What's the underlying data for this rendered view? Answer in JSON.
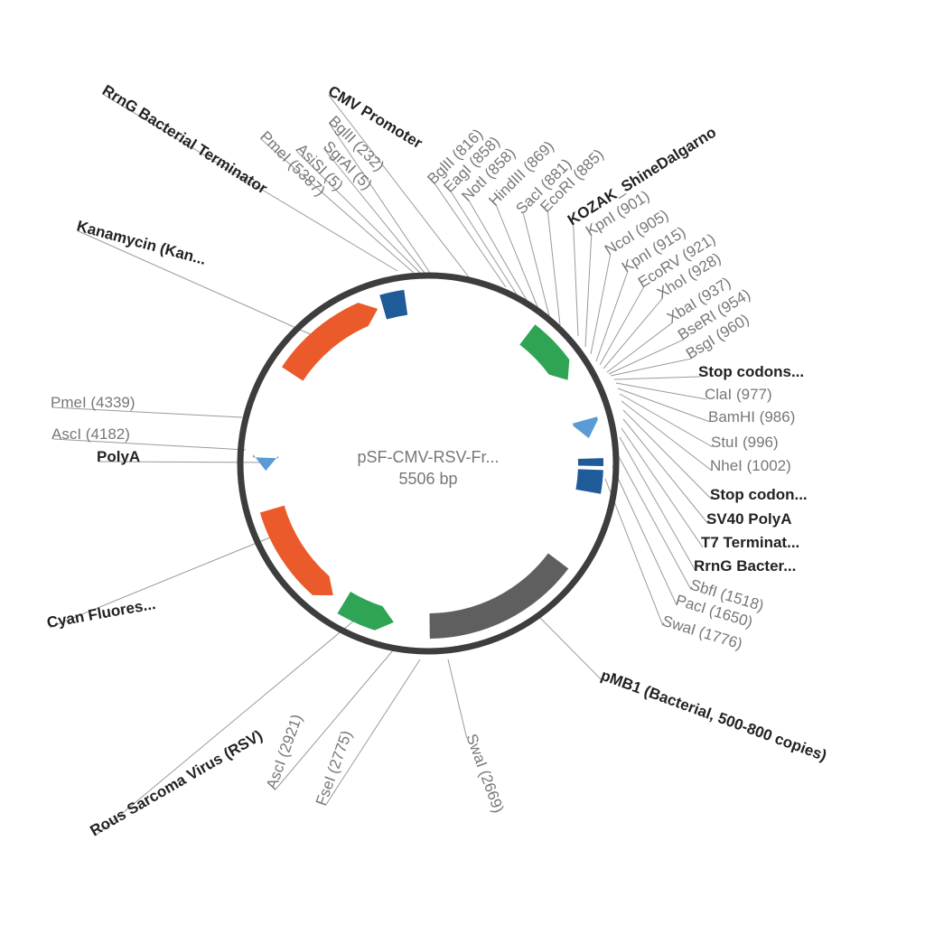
{
  "plasmid": {
    "name": "pSF-CMV-RSV-Fr...",
    "size": "5506 bp",
    "length_bp": 5506
  },
  "colors": {
    "backbone": "#3d3d3d",
    "promoter_green": "#2ea454",
    "cds_orange": "#ea5a2a",
    "ori_gray": "#5f5f5f",
    "terminator_navy": "#1f5a99",
    "polya_light_blue": "#5b9bd5",
    "label_gray": "#777777",
    "label_bold": "#222222",
    "leader_line": "#9a9a9a"
  },
  "features": [
    {
      "id": "cmv",
      "type": "arrow",
      "color": "promoter_green",
      "start": 575,
      "end": 905,
      "direction": "cw"
    },
    {
      "id": "fwd-element",
      "type": "arrow",
      "color": "polya_light_blue",
      "start": 1140,
      "end": 1240,
      "direction": "cw"
    },
    {
      "id": "term-a",
      "type": "block",
      "color": "terminator_navy",
      "start": 1350,
      "end": 1390
    },
    {
      "id": "term-b",
      "type": "block",
      "color": "terminator_navy",
      "start": 1410,
      "end": 1530
    },
    {
      "id": "pmb1",
      "type": "block",
      "color": "ori_gray",
      "start": 1940,
      "end": 2745
    },
    {
      "id": "rsv",
      "type": "arrow",
      "color": "promoter_green",
      "start": 3230,
      "end": 2940,
      "direction": "ccw"
    },
    {
      "id": "cyan",
      "type": "arrow",
      "color": "cds_orange",
      "start": 3880,
      "end": 3300,
      "direction": "ccw"
    },
    {
      "id": "polya-left",
      "type": "arrow",
      "color": "polya_light_blue",
      "start": 4160,
      "end": 4090,
      "direction": "ccw"
    },
    {
      "id": "kan",
      "type": "arrow",
      "color": "cds_orange",
      "start": 4640,
      "end": 5230,
      "direction": "cw"
    },
    {
      "id": "rrng-left",
      "type": "block",
      "color": "terminator_navy",
      "start": 5260,
      "end": 5385
    }
  ],
  "labels": [
    {
      "text": "RrnG Bacterial Terminator",
      "bold": true,
      "angle": 305
    },
    {
      "text": "CMV Promoter",
      "bold": true,
      "angle": 293
    },
    {
      "text": "BglII (232)",
      "bold": false,
      "angle": 290
    },
    {
      "text": "SgrAI (5)",
      "bold": false,
      "angle": 287
    },
    {
      "text": "AsiSI (5)",
      "bold": false,
      "angle": 284
    },
    {
      "text": "PmeI (5387)",
      "bold": false,
      "angle": 281
    },
    {
      "text": "BglII (816)",
      "bold": false,
      "angle": 302
    },
    {
      "text": "EagI (858)",
      "bold": false,
      "angle": 298
    },
    {
      "text": "NotI (858)",
      "bold": false,
      "angle": 294
    },
    {
      "text": "HindIII (869)",
      "bold": false,
      "angle": 290
    },
    {
      "text": "SacI (881)",
      "bold": false,
      "angle": 286
    },
    {
      "text": "EcoRI (885)",
      "bold": false,
      "angle": 282
    },
    {
      "text": "KOZAK_ShineDalgarno",
      "bold": true,
      "angle": 332
    },
    {
      "text": "KpnI (901)",
      "bold": false,
      "angle": 298
    },
    {
      "text": "NcoI (905)",
      "bold": false,
      "angle": 302
    },
    {
      "text": "KpnI (915)",
      "bold": false,
      "angle": 306
    },
    {
      "text": "EcoRV (921)",
      "bold": false,
      "angle": 310
    },
    {
      "text": "XhoI (928)",
      "bold": false,
      "angle": 314
    },
    {
      "text": "XbaI (937)",
      "bold": false,
      "angle": 318
    },
    {
      "text": "BseRI (954)",
      "bold": false,
      "angle": 322
    },
    {
      "text": "BsgI (960)",
      "bold": false,
      "angle": 326
    },
    {
      "text": "Stop codons...",
      "bold": true,
      "angle": 346
    },
    {
      "text": "ClaI (977)",
      "bold": false,
      "angle": 350
    },
    {
      "text": "BamHI (986)",
      "bold": false,
      "angle": 354
    },
    {
      "text": "StuI (996)",
      "bold": false,
      "angle": 358
    },
    {
      "text": "NheI (1002)",
      "bold": false,
      "angle": 2
    },
    {
      "text": "Stop codon...",
      "bold": true,
      "angle": 6
    },
    {
      "text": "SV40 PolyA",
      "bold": true,
      "angle": 10
    },
    {
      "text": "T7 Terminat...",
      "bold": true,
      "angle": 14
    },
    {
      "text": "RrnG Bacter...",
      "bold": true,
      "angle": 18
    },
    {
      "text": "SbfI (1518)",
      "bold": false,
      "angle": 22
    },
    {
      "text": "PacI (1650)",
      "bold": false,
      "angle": 26
    },
    {
      "text": "SwaI (1776)",
      "bold": false,
      "angle": 30
    },
    {
      "text": "pMB1 (Bacterial, 500-800 copies)",
      "bold": true,
      "angle": 35
    },
    {
      "text": "SwaI (2669)",
      "bold": false,
      "angle": 80
    },
    {
      "text": "FseI (2775)",
      "bold": false,
      "angle": 110
    },
    {
      "text": "AscI (2921)",
      "bold": false,
      "angle": 117
    },
    {
      "text": "Rous Sarcoma Virus (RSV)",
      "bold": true,
      "angle": 125
    },
    {
      "text": "Cyan Fluores...",
      "bold": true,
      "angle": 0
    },
    {
      "text": "PmeI (4339)",
      "bold": false,
      "angle": 0
    },
    {
      "text": "AscI (4182)",
      "bold": false,
      "angle": 0
    },
    {
      "text": "PolyA",
      "bold": true,
      "angle": 0
    },
    {
      "text": "Kanamycin (Kan...",
      "bold": true,
      "angle": 0
    }
  ]
}
